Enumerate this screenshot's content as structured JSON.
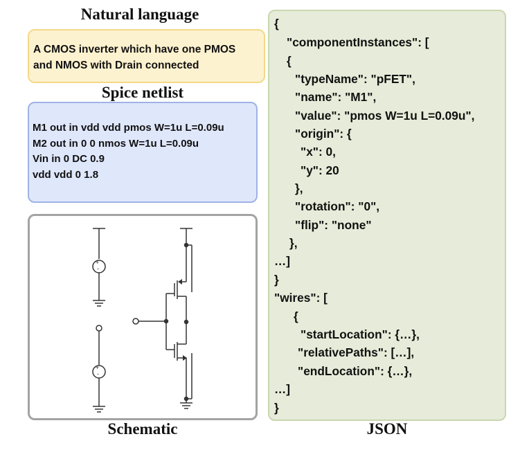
{
  "titles": {
    "natural_language": "Natural language",
    "spice_netlist": "Spice netlist",
    "schematic": "Schematic",
    "json": "JSON"
  },
  "natural_language": {
    "lines": [
      "A CMOS inverter which have one PMOS",
      "and NMOS with Drain connected"
    ]
  },
  "spice_netlist": {
    "lines": [
      "M1 out in vdd vdd pmos W=1u L=0.09u",
      "M2 out in 0 0 nmos W=1u L=0.09u",
      "Vin in 0 DC 0.9",
      "vdd vdd 0 1.8"
    ]
  },
  "json_block": {
    "lines": [
      "{",
      "\"componentInstances\": [",
      "{",
      "\"typeName\": \"pFET\",",
      "\"name\": \"M1\",",
      "\"value\": \"pmos W=1u L=0.09u\",",
      "\"origin\": {",
      "\"x\": 0,",
      "\"y\": 20",
      "},",
      "\"rotation\": \"0\",",
      "\"flip\": \"none\"",
      "},",
      "…]",
      "}",
      "\"wires\": [",
      "{",
      "\"startLocation\": {…},",
      "\"relativePaths\": […],",
      "\"endLocation\": {…},",
      "…]",
      "}"
    ]
  },
  "schematic": {
    "source_plus": "+",
    "source_minus": "-"
  },
  "colors": {
    "nl_fill": "#fdf2cf",
    "nl_border": "#f3d88a",
    "spice_fill": "#dfe7fb",
    "spice_border": "#9fb2e6",
    "schematic_border": "#a3a3a3",
    "json_fill": "#e6ecd9",
    "json_border": "#c9d6b0"
  }
}
